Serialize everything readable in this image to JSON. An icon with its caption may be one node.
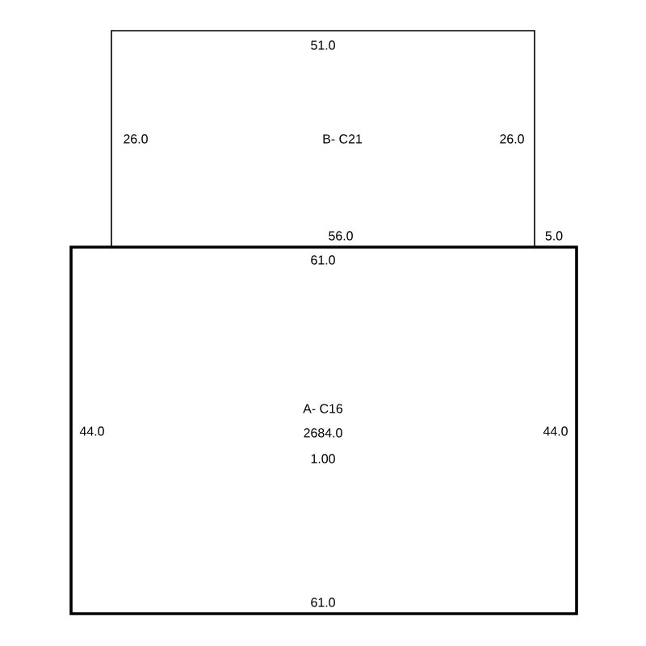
{
  "diagram": {
    "nodes": [
      {
        "text": [
          "51.0",
          "26.0",
          "B- C21",
          "26.0",
          "56.0"
        ],
        "beside": [
          "5.0"
        ]
      },
      {
        "text": [
          "61.0",
          "44.0",
          "A- C16",
          "2684.0",
          "1.00",
          "44.0",
          "61.0"
        ]
      }
    ]
  }
}
